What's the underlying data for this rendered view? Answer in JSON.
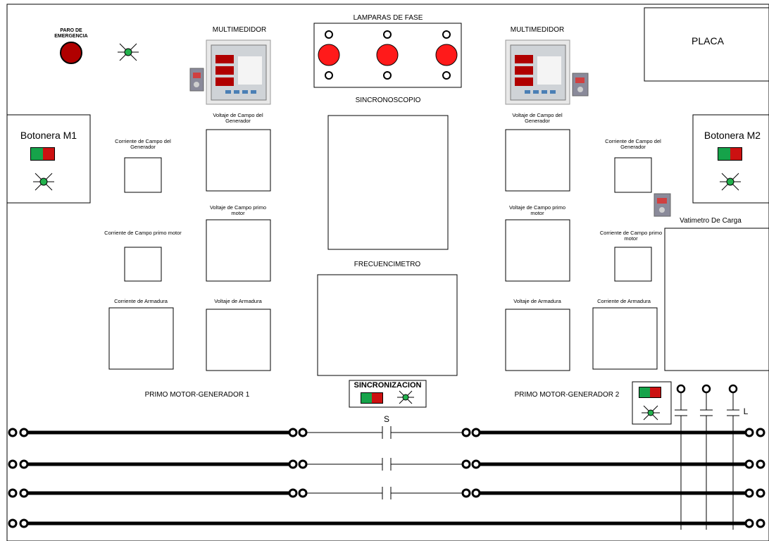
{
  "labels": {
    "emergency_stop": "PARO DE EMERGENCIA",
    "multimeter_left": "MULTIMEDIDOR",
    "multimeter_right": "MULTIMEDIDOR",
    "phase_lamps": "LAMPARAS DE FASE",
    "plate": "PLACA",
    "synchroscope": "SINCRONOSCOPIO",
    "frequency_meter": "FRECUENCIMETRO",
    "button_panel_m1": "Botonera M1",
    "button_panel_m2": "Botonera M2",
    "gen_field_voltage_left": "Voltaje de Campo del Generador",
    "gen_field_voltage_right": "Voltaje de Campo del Generador",
    "gen_field_current_left": "Corriente de Campo del Generador",
    "gen_field_current_right": "Corriente de Campo del Generador",
    "pm_field_voltage_left": "Voltaje de Campo primo motor",
    "pm_field_voltage_right": "Voltaje de Campo primo motor",
    "pm_field_current_left": "Corriente de Campo primo motor",
    "pm_field_current_right": "Corriente de Campo primo motor",
    "armature_current_left": "Corriente de Armadura",
    "armature_current_right": "Corriente de Armadura",
    "armature_voltage_left": "Voltaje de Armadura",
    "armature_voltage_right": "Voltaje de Armadura",
    "load_wattmeter": "Vatimetro De Carga",
    "synchronization": "SINCRONIZACION",
    "group_1": "PRIMO MOTOR-GENERADOR 1",
    "group_2": "PRIMO MOTOR-GENERADOR 2",
    "switch_s": "S",
    "load_l": "L"
  },
  "colors": {
    "emergency_red": "#b00000",
    "lamp_red": "#ff1a1a",
    "indicator_green": "#22b14c",
    "button_green": "#16a34a",
    "button_red": "#cc1111"
  },
  "icons": [
    "emergency-stop-icon",
    "indicator-lamp-icon",
    "phase-lamp-icon",
    "multimeter-icon",
    "selector-switch-icon",
    "terminal-icon",
    "capacitor-icon"
  ]
}
